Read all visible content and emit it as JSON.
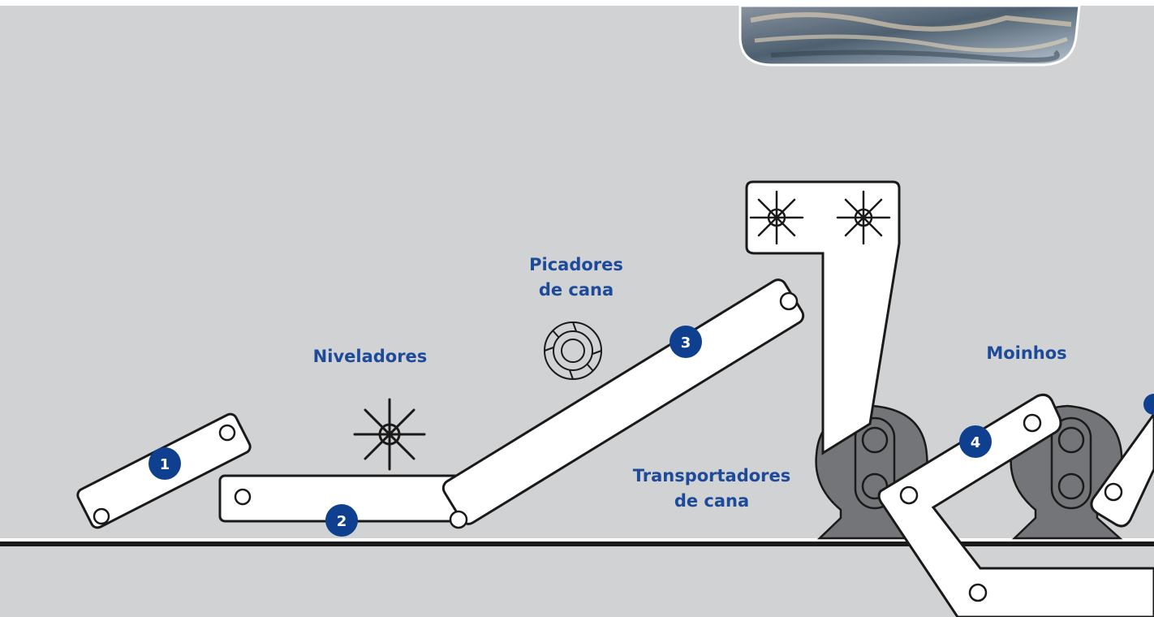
{
  "labels": {
    "niveladores": "Niveladores",
    "picadores_line1": "Picadores",
    "picadores_line2": "de cana",
    "transportadores_line1": "Transportadores",
    "transportadores_line2": "de cana",
    "moinhos": "Moinhos"
  },
  "conveyor_numbers": [
    "1",
    "2",
    "3",
    "4"
  ],
  "icons": {
    "photo": "sugarcane-photo-icon",
    "leveler": "leveler-rotor-icon",
    "chopper": "chopper-rotor-icon",
    "mill_roller": "mill-roller-icon"
  },
  "colors": {
    "background": "#d1d2d4",
    "label_blue": "#1e4a9a",
    "badge_blue": "#0f3f8f",
    "mill_gray": "#747578",
    "conveyor_fill": "#ffffff",
    "outline": "#1a1a1a"
  }
}
